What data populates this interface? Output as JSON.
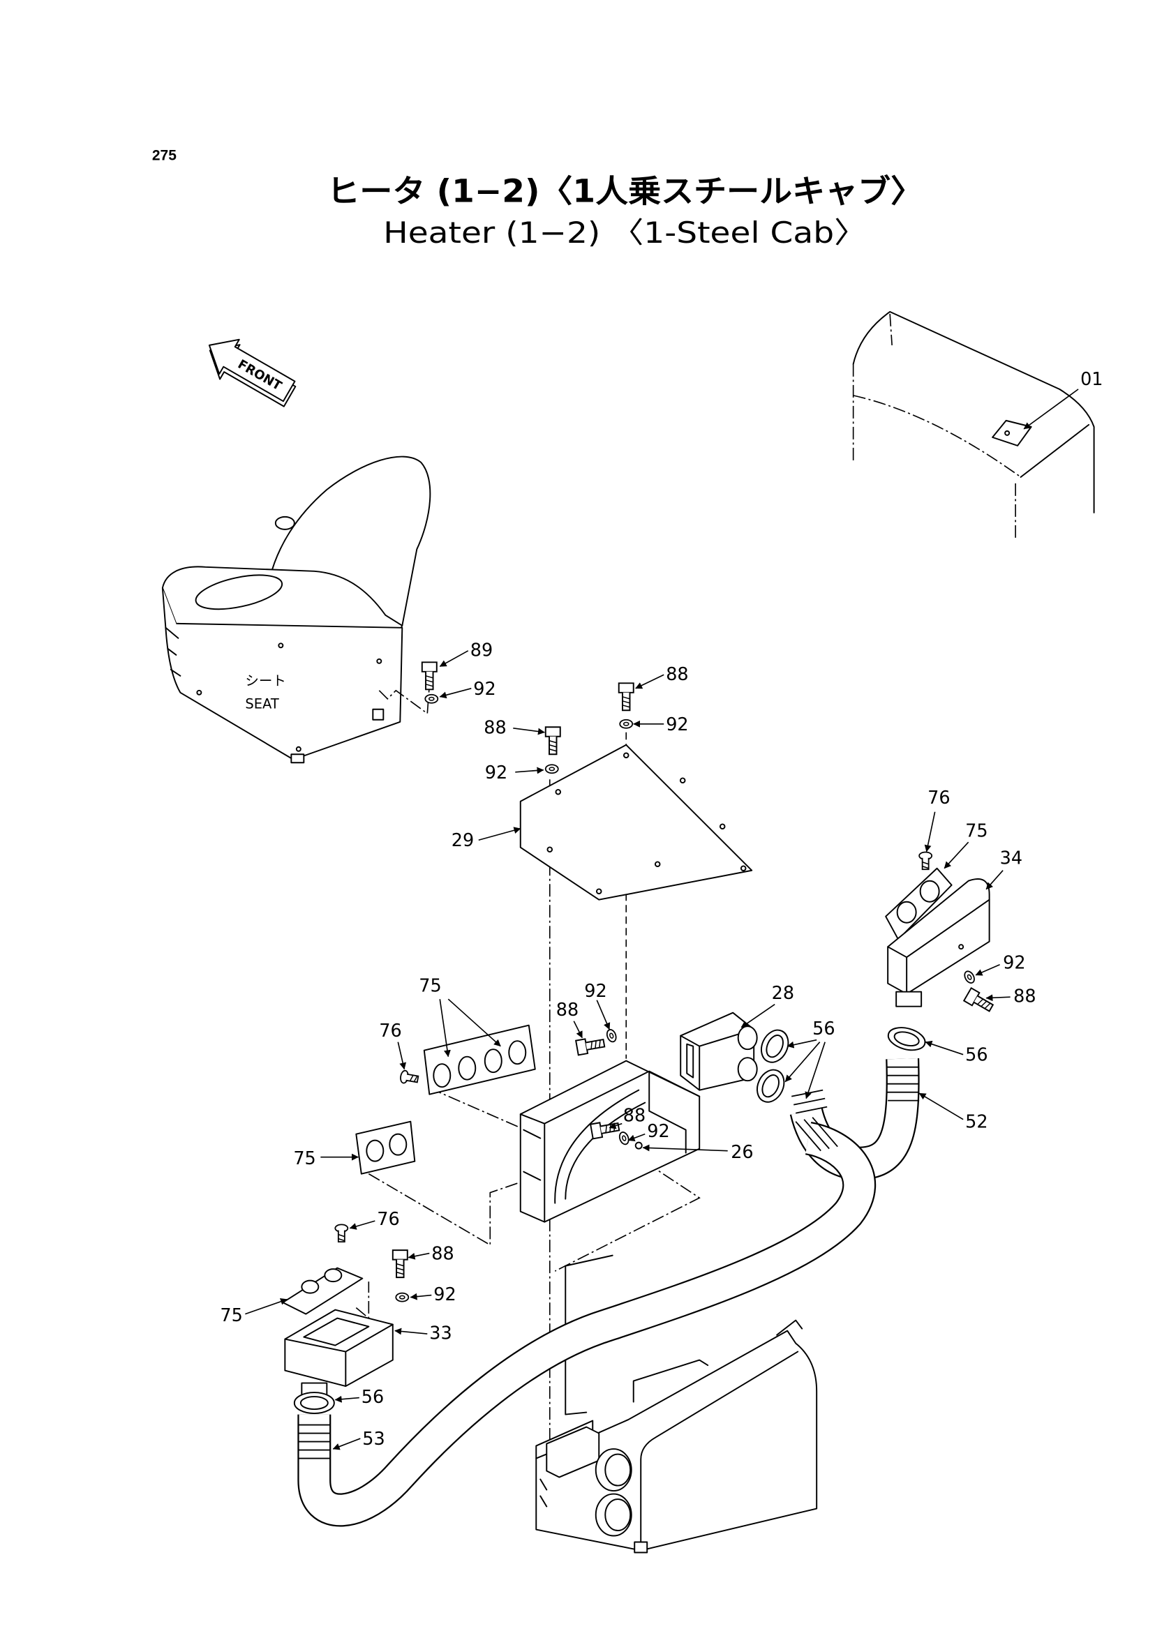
{
  "page_number": "275",
  "title_ja": "ヒータ (1−2)〈1人乗スチールキャブ〉",
  "title_en": "Heater (1−2) 〈1-Steel Cab〉",
  "front_label": "FRONT",
  "seat_label_ja": "シート",
  "seat_label_en": "SEAT",
  "callouts": [
    "01",
    "89",
    "92",
    "88",
    "92",
    "88",
    "92",
    "29",
    "76",
    "75",
    "34",
    "92",
    "88",
    "75",
    "92",
    "88",
    "28",
    "56",
    "76",
    "56",
    "88",
    "92",
    "52",
    "26",
    "75",
    "76",
    "88",
    "92",
    "75",
    "33",
    "56",
    "53"
  ]
}
